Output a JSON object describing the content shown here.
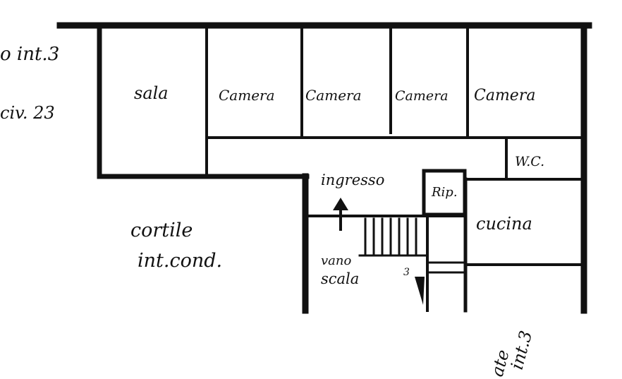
{
  "labels": {
    "address_line1": "o int.3",
    "address_line2": "civ. 23",
    "sala": "sala",
    "camera1": "Camera",
    "camera2": "Camera",
    "camera3": "Camera",
    "camera4": "Camera",
    "wc": "W.C.",
    "ingresso": "ingresso",
    "ripostiglio": "Rip.",
    "cucina": "cucina",
    "cortile_line1": "cortile",
    "cortile_line2": "int.cond.",
    "vano_line1": "vano",
    "vano_line2": "scala",
    "stair_number": "3",
    "bottom_line1": "ate",
    "bottom_line2": "int.3"
  }
}
